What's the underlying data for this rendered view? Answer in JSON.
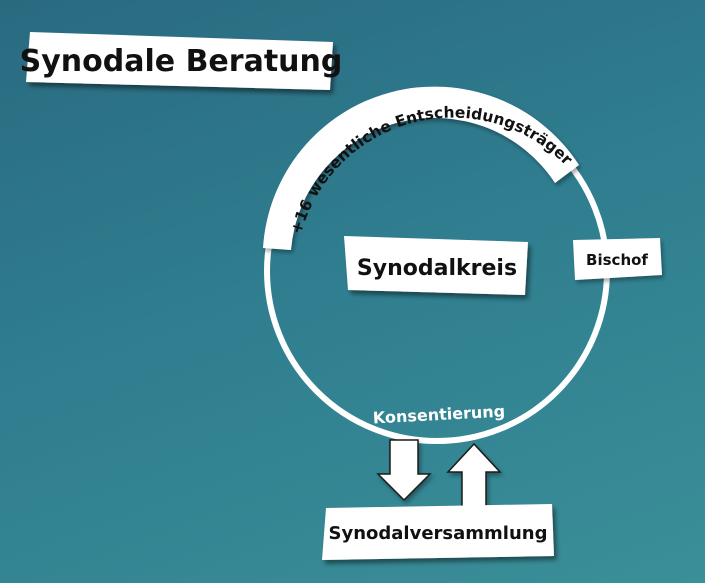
{
  "title": "Synodale Beratung",
  "circle": {
    "center_label": "Synodalkreis",
    "arc_label": "+16 wesentliche Entscheidungsträger",
    "side_label": "Bischof",
    "bottom_label": "Konsentierung"
  },
  "assembly_label": "Synodalversammlung",
  "colors": {
    "background": "#2f7d8f",
    "box_fill": "#ffffff",
    "text": "#111111",
    "circle_stroke": "#ffffff"
  },
  "icons": {
    "arrow_down": "arrow-down-icon",
    "arrow_up": "arrow-up-icon"
  }
}
